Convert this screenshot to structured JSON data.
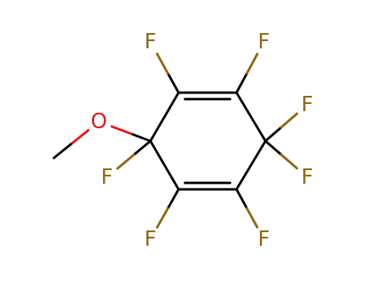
{
  "molecule": {
    "atoms": [
      {
        "id": "c_top_left",
        "element": "C",
        "label": ""
      },
      {
        "id": "c_top_right",
        "element": "C",
        "label": ""
      },
      {
        "id": "c_right",
        "element": "C",
        "label": ""
      },
      {
        "id": "c_bottom_right",
        "element": "C",
        "label": ""
      },
      {
        "id": "c_bottom_left",
        "element": "C",
        "label": ""
      },
      {
        "id": "c_left",
        "element": "C",
        "label": ""
      },
      {
        "id": "o_methoxy",
        "element": "O",
        "label": "O"
      },
      {
        "id": "c_methyl",
        "element": "C",
        "label": ""
      },
      {
        "id": "f_1",
        "element": "F",
        "label": "F"
      },
      {
        "id": "f_2",
        "element": "F",
        "label": "F"
      },
      {
        "id": "f_3",
        "element": "F",
        "label": "F"
      },
      {
        "id": "f_4",
        "element": "F",
        "label": "F"
      },
      {
        "id": "f_5",
        "element": "F",
        "label": "F"
      },
      {
        "id": "f_6",
        "element": "F",
        "label": "F"
      },
      {
        "id": "f_7",
        "element": "F",
        "label": "F"
      }
    ],
    "bonds": [
      {
        "from": "c_left",
        "to": "c_top_left",
        "order": 1
      },
      {
        "from": "c_top_left",
        "to": "c_top_right",
        "order": 2
      },
      {
        "from": "c_top_right",
        "to": "c_right",
        "order": 1
      },
      {
        "from": "c_right",
        "to": "c_bottom_right",
        "order": 1
      },
      {
        "from": "c_bottom_right",
        "to": "c_bottom_left",
        "order": 2
      },
      {
        "from": "c_bottom_left",
        "to": "c_left",
        "order": 1
      },
      {
        "from": "c_left",
        "to": "o_methoxy",
        "order": 1
      },
      {
        "from": "o_methoxy",
        "to": "c_methyl",
        "order": 1
      },
      {
        "from": "c_top_left",
        "to": "f_1",
        "order": 1
      },
      {
        "from": "c_top_right",
        "to": "f_2",
        "order": 1
      },
      {
        "from": "c_right",
        "to": "f_3",
        "order": 1
      },
      {
        "from": "c_right",
        "to": "f_4",
        "order": 1
      },
      {
        "from": "c_left",
        "to": "f_5",
        "order": 1
      },
      {
        "from": "c_bottom_left",
        "to": "f_6",
        "order": 1
      },
      {
        "from": "c_bottom_right",
        "to": "f_7",
        "order": 1
      }
    ]
  },
  "colors": {
    "bond": "#000000",
    "fluorine": "#8b6914",
    "oxygen": "#e31a1c"
  }
}
